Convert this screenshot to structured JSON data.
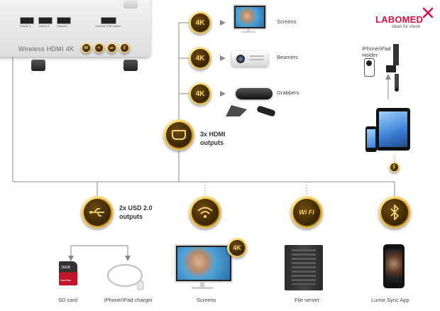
{
  "brand": {
    "name": "LABOMED",
    "tagline": "ideas for vision",
    "accent_color": "#d31145"
  },
  "device": {
    "name": "Wireless HDMI 4K",
    "ports": [
      "Output 1",
      "Output 2",
      "Output 3",
      "Camera USB output"
    ]
  },
  "hdmi_group": {
    "label_line1": "3x HDMI",
    "label_line2": "outputs",
    "icon": "hdmi-icon",
    "outputs": [
      {
        "badge": "4K",
        "label": "Screens",
        "icon": "monitor-icon"
      },
      {
        "badge": "4K",
        "label": "Beamers",
        "icon": "projector-icon"
      },
      {
        "badge": "4K",
        "label": "Grabbers",
        "icon": "capture-device-icon"
      }
    ]
  },
  "mobile": {
    "holder_line1": "iPhone/iPad",
    "holder_line2": "Holder",
    "link_icon": "bluetooth-icon"
  },
  "usb_group": {
    "label_line1": "2x USD 2.0",
    "label_line2": "outputs",
    "icon": "usb-icon",
    "sd_text": "16GB",
    "sd_brand": "SanDisk"
  },
  "bottom_labels": {
    "sd_card": "SD card",
    "charger": "iPhone/iPad charger",
    "screens": "Screens",
    "file_server": "File server",
    "app": "Lumix Sync App"
  },
  "coins": {
    "wifi": {
      "icon": "wifi-icon"
    },
    "wifi_file": {
      "icon": "wifi-file-icon",
      "text": "Wi Fi"
    },
    "bluetooth": {
      "icon": "bluetooth-icon"
    },
    "screens_badge": "4K"
  },
  "colors": {
    "line": "#8a8a8a",
    "gold_light": "#f2cd5a",
    "gold_dark": "#7a5406"
  }
}
